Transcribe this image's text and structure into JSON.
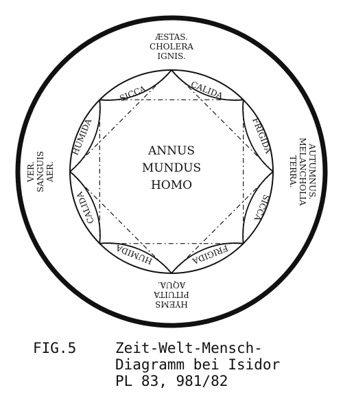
{
  "center": [
    "ANNUS",
    "MUNDUS",
    "HOMO"
  ],
  "seasons": {
    "top": [
      "ÆSTAS.",
      "CHOLERA",
      "IGNIS."
    ],
    "right": [
      "AUTUMNUS.",
      "MELANCHOLIA",
      "TERRA."
    ],
    "bottom": [
      "HYEMS",
      "PITUITA",
      "AQUA."
    ],
    "left": [
      "VER.",
      "SANGUIS",
      "AER."
    ]
  },
  "qualities": [
    "SICCA",
    "CALIDA",
    "FRIGIDA",
    "SICCA",
    "FRIGIDA",
    "HUMIDA",
    "CALIDA",
    "HUMIDA"
  ],
  "caption": {
    "fig": "FIG.5",
    "line1": "Zeit-Welt-Mensch-",
    "line2": "Diagramm bei Isidor",
    "line3": "PL 83, 981/82"
  }
}
